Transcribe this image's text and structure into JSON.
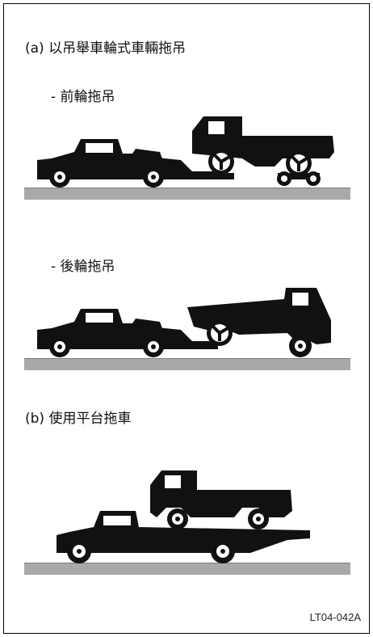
{
  "section_a": {
    "title": "(a) 以吊舉車輪式車輛拖吊",
    "front_tow_label": "- 前輪拖吊",
    "rear_tow_label": "- 後輪拖吊"
  },
  "section_b": {
    "title": "(b) 使用平台拖車"
  },
  "figure_code": "LT04-042A",
  "colors": {
    "vehicle": "#111111",
    "ground": "#a9a9a9",
    "wheel_hub": "#ffffff"
  }
}
